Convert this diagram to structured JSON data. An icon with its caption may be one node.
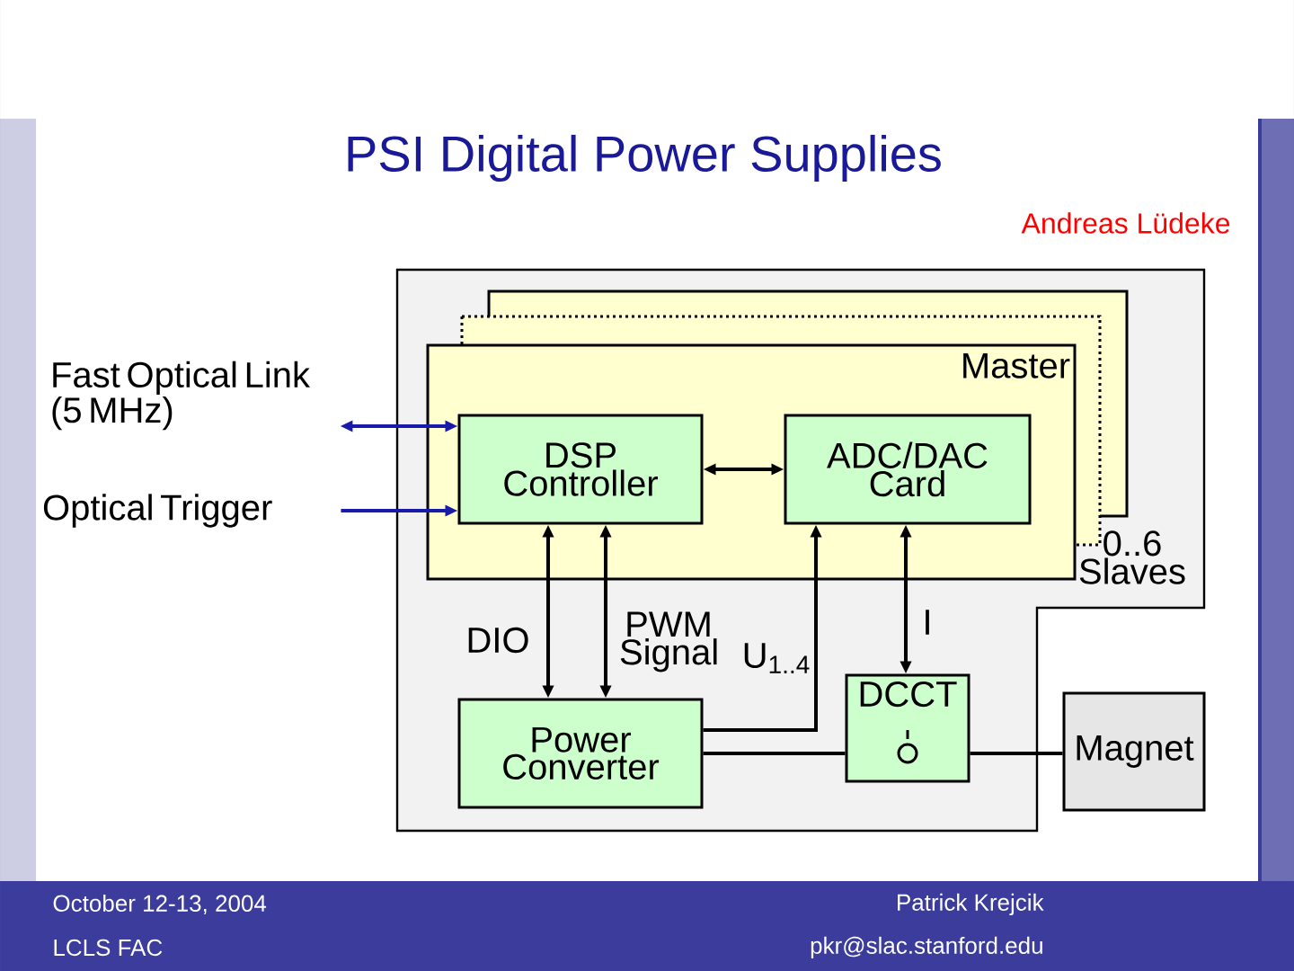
{
  "diagram": {
    "title": "PSI Digital Power Supplies",
    "nodes": [
      {
        "text": [
          "Fast Optical Link (5 MHz)"
        ]
      },
      {
        "text": [
          "Optical Trigger"
        ]
      },
      {
        "text": [
          "Master"
        ]
      },
      {
        "text": [
          "DSP Controller"
        ],
        "in": 2
      },
      {
        "text": [
          "ADC/DAC Card"
        ],
        "in": 2
      },
      {
        "text": [
          "Power Converter"
        ]
      },
      {
        "text": [
          "DCCT"
        ]
      },
      {
        "text": [
          "Magnet"
        ]
      }
    ],
    "edges": [
      {
        "from": 3,
        "to": 0,
        "arrow": "both",
        "color": "#1a1aaa"
      },
      {
        "from": 1,
        "to": 3,
        "arrow": "to",
        "color": "#1a1aaa"
      },
      {
        "from": 3,
        "to": 4,
        "arrow": "both"
      },
      {
        "from": 3,
        "to": 5,
        "arrow": "both",
        "label": "DIO"
      },
      {
        "from": 3,
        "to": 5,
        "arrow": "both",
        "label": "PWM Signal"
      },
      {
        "from": 5,
        "to": 4,
        "arrow": "to",
        "label": "U$_{1..4}$"
      },
      {
        "from": 4,
        "to": 6,
        "arrow": "both",
        "label": "I"
      },
      {
        "from": 5,
        "to": 6,
        "arrow": "none"
      },
      {
        "from": 6,
        "to": 7,
        "arrow": "none"
      }
    ],
    "labels": [
      "Andreas Lüdeke",
      "0..6 Slaves",
      "October 12-13, 2004",
      "LCLS FAC",
      "Patrick Krejcik",
      "pkr@slac.stanford.edu"
    ]
  }
}
